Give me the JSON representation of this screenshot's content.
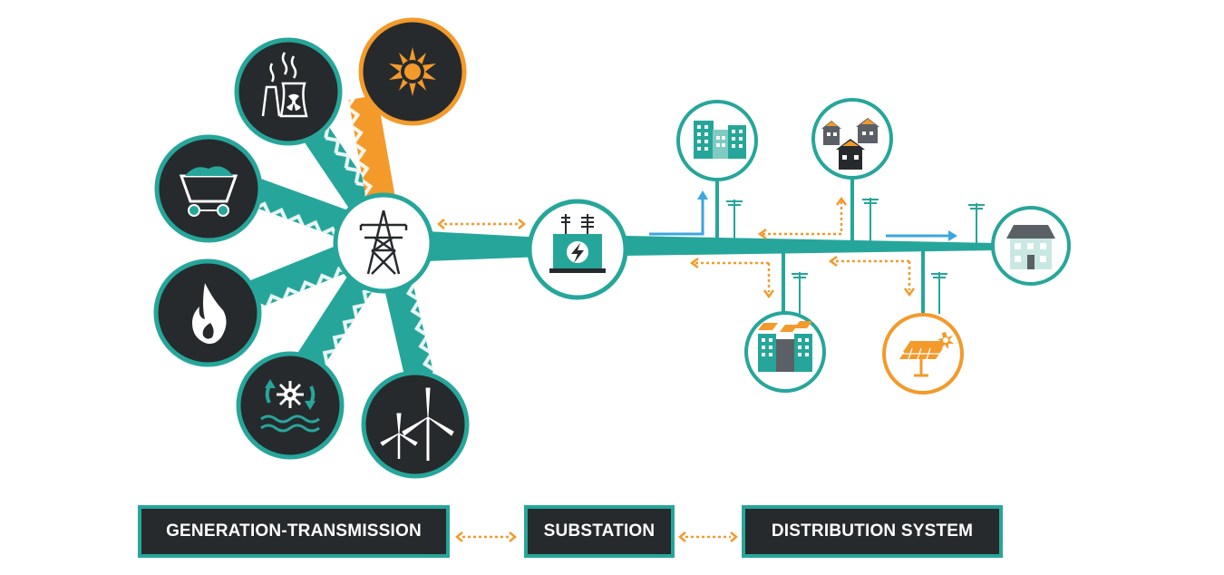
{
  "labels": {
    "generation_transmission": "GENERATION-TRANSMISSION",
    "substation": "SUBSTATION",
    "distribution_system": "DISTRIBUTION SYSTEM"
  },
  "colors": {
    "teal": "#26a69a",
    "dark": "#262a2c",
    "orange": "#f39a2b",
    "blue": "#3ba6e0",
    "gray": "#5b6066",
    "light_house": "#c9e7e3"
  },
  "generation_sources": [
    {
      "name": "nuclear-plant-icon",
      "connector": "teal"
    },
    {
      "name": "solar-sun-icon",
      "connector": "orange"
    },
    {
      "name": "coal-cart-icon",
      "connector": "teal"
    },
    {
      "name": "natural-gas-flame-icon",
      "connector": "teal"
    },
    {
      "name": "hydro-turbine-icon",
      "connector": "teal"
    },
    {
      "name": "wind-turbines-icon",
      "connector": "teal"
    }
  ],
  "distribution_nodes": [
    "commercial-building-icon",
    "residential-houses-solar-icon",
    "house-icon",
    "solar-buildings-icon",
    "solar-panel-icon"
  ]
}
